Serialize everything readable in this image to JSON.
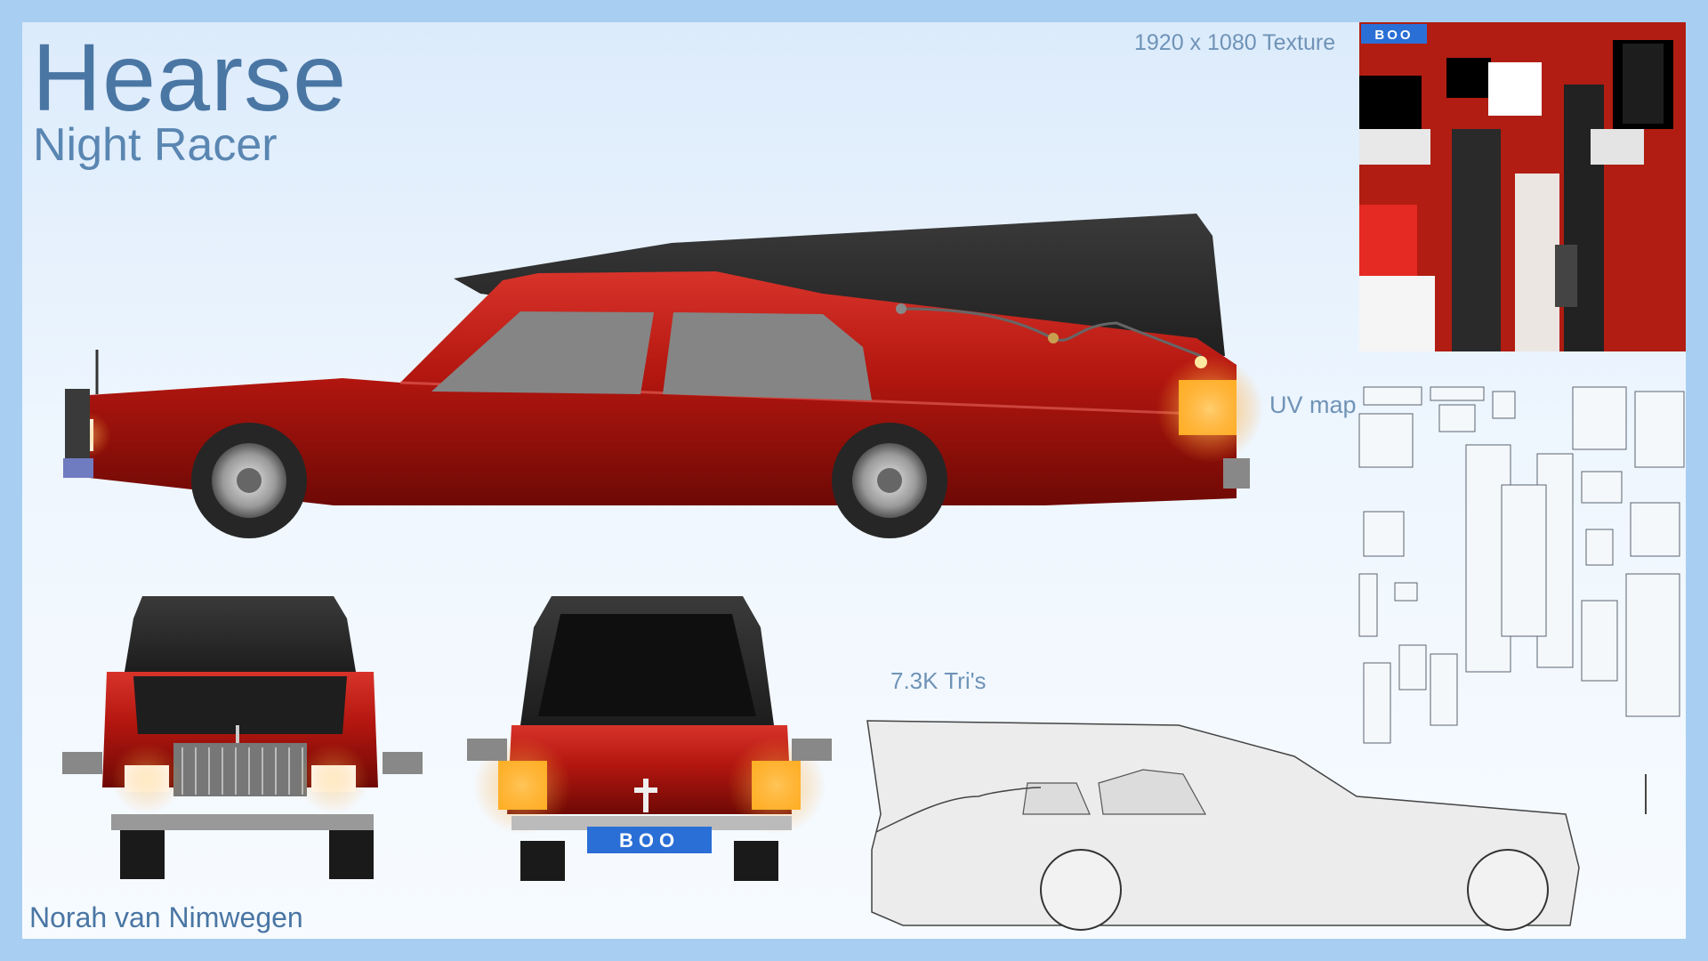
{
  "title": "Hearse",
  "subtitle": "Night Racer",
  "author": "Norah van Nimwegen",
  "labels": {
    "texture": "1920 x 1080 Texture",
    "uv_map": "UV map",
    "tris": "7.3K Tri's"
  },
  "texture_plate_text": "BOO",
  "rear_plate_text": "BOO",
  "colors": {
    "background_frame": "#a8cff2",
    "body_red": "#b2160f",
    "roof_black": "#242424",
    "title_blue": "#4a76a4",
    "light_amber": "#ffb020",
    "plate_blue": "#2a6fd6"
  }
}
